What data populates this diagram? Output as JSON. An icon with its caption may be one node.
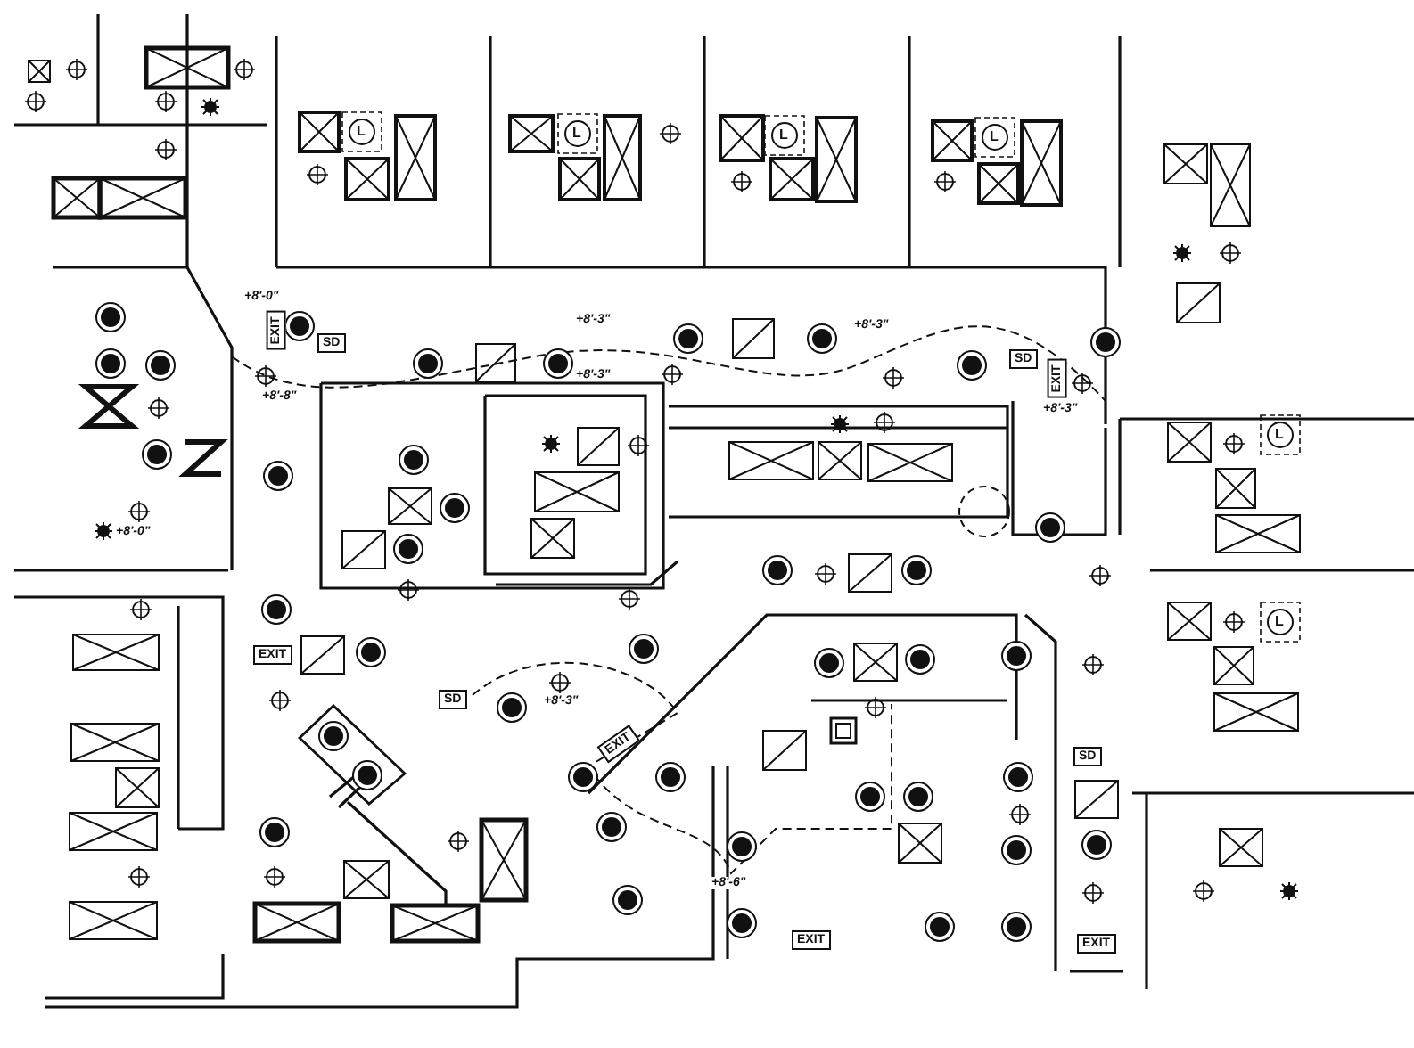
{
  "diagram": {
    "labels": [
      "+8'-0\"",
      "EXIT",
      "SD",
      "+8'-3\"",
      "+8'-3\"",
      "SD",
      "EXIT",
      "+8'-8\"",
      "+8'-3\"",
      "+8'-3\"",
      "+8'-0\"",
      "EXIT",
      "SD",
      "+8'-3\"",
      "EXIT",
      "SD",
      "+8'-6\"",
      "EXIT",
      "EXIT",
      "L",
      "L",
      "L",
      "L",
      "L",
      "L"
    ]
  }
}
